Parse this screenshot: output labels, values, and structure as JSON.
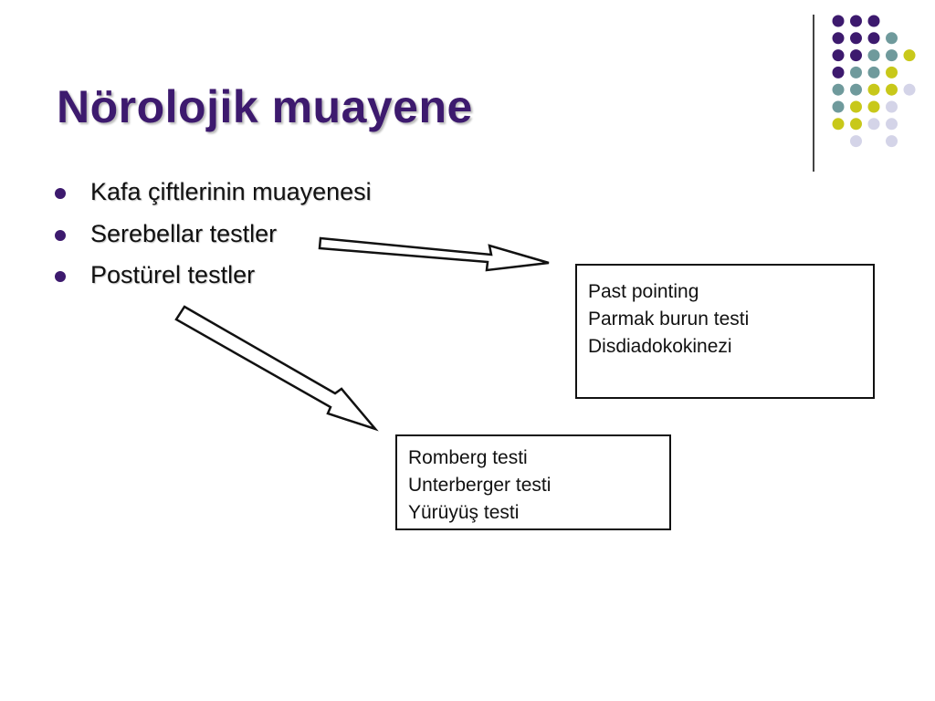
{
  "slide": {
    "title": "Nörolojik muayene",
    "bullets": [
      {
        "label": "Kafa çiftlerinin muayenesi"
      },
      {
        "label": "Serebellar testler"
      },
      {
        "label": "Postürel testler"
      }
    ],
    "cerebellar_box": {
      "lines": [
        "Past pointing",
        "Parmak burun testi",
        "Disdiadokokinezi"
      ]
    },
    "postural_box": {
      "lines": [
        "Romberg testi",
        "Unterberger testi",
        "Yürüyüş testi"
      ]
    }
  },
  "colors": {
    "title": "#3d1a6e",
    "dot_purple": "#3d1a6e",
    "dot_teal": "#6f9a9c",
    "dot_olive": "#c8c81a",
    "dot_lavender": "#d4d4e8"
  },
  "decor": {
    "dot_grid": [
      [
        "purple",
        "purple",
        "purple",
        null,
        null
      ],
      [
        "purple",
        "purple",
        "purple",
        "teal",
        null
      ],
      [
        "purple",
        "purple",
        "teal",
        "teal",
        "olive"
      ],
      [
        "purple",
        "teal",
        "teal",
        "olive",
        null
      ],
      [
        "teal",
        "teal",
        "olive",
        "olive",
        "lavender"
      ],
      [
        "teal",
        "olive",
        "olive",
        "lavender",
        null
      ],
      [
        "olive",
        "olive",
        "lavender",
        "lavender",
        null
      ],
      [
        null,
        "lavender",
        null,
        "lavender",
        null
      ]
    ]
  }
}
